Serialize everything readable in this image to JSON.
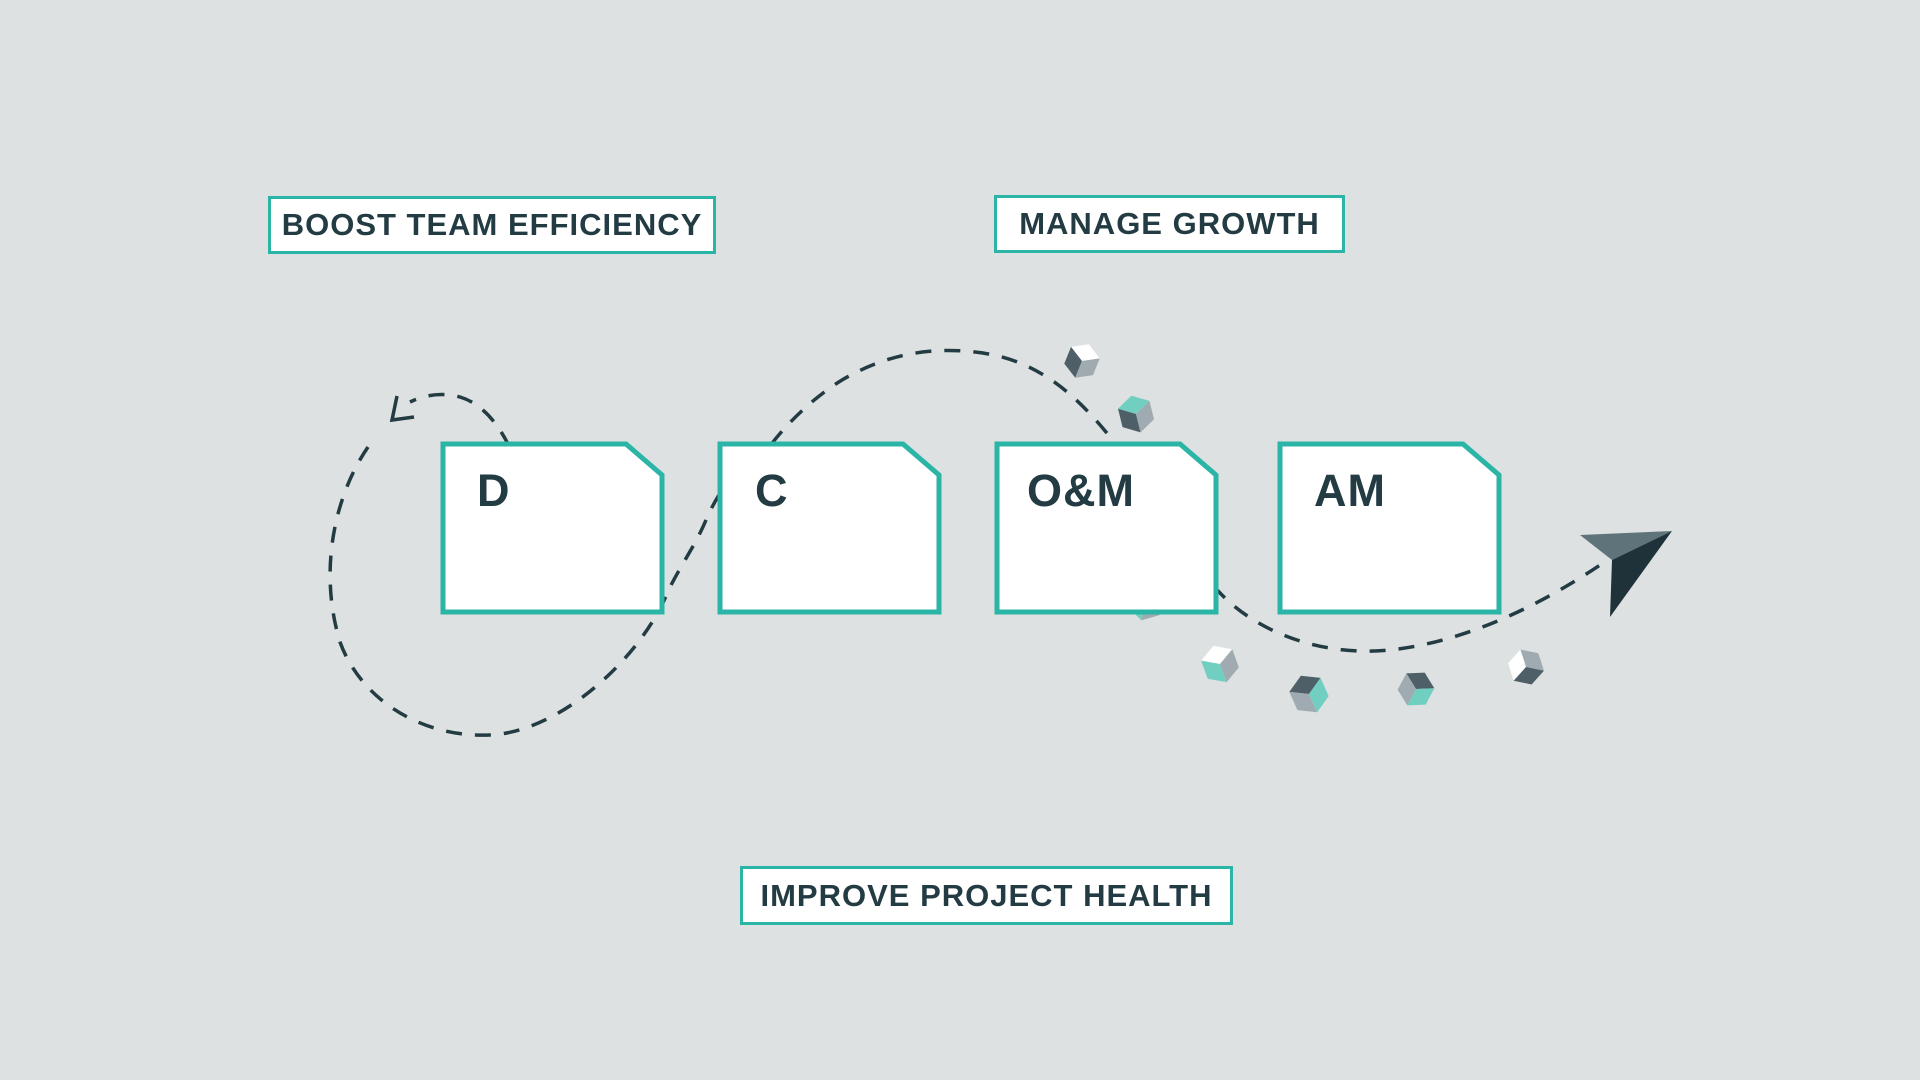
{
  "labels": {
    "boost": "BOOST TEAM EFFICIENCY",
    "manage": "MANAGE GROWTH",
    "improve": "IMPROVE PROJECT HEALTH"
  },
  "cards": [
    {
      "label": "D"
    },
    {
      "label": "C"
    },
    {
      "label": "O&M"
    },
    {
      "label": "AM"
    }
  ],
  "icons": {
    "arrow_loop": "dashed-loop-arrow",
    "journey": "dashed-journey-curve",
    "plane": "paper-plane",
    "cubes": "floating-cubes"
  },
  "colors": {
    "background": "#dde1e1",
    "teal": "#2ab5a6",
    "ink": "#233b43",
    "card_bg": "#ffffff",
    "cube_dark": "#4e5f68",
    "cube_gray": "#9fabb0",
    "cube_teal": "#70cfc0",
    "cube_white": "#ffffff",
    "plane_light": "#5f737b",
    "plane_dark": "#203239"
  }
}
